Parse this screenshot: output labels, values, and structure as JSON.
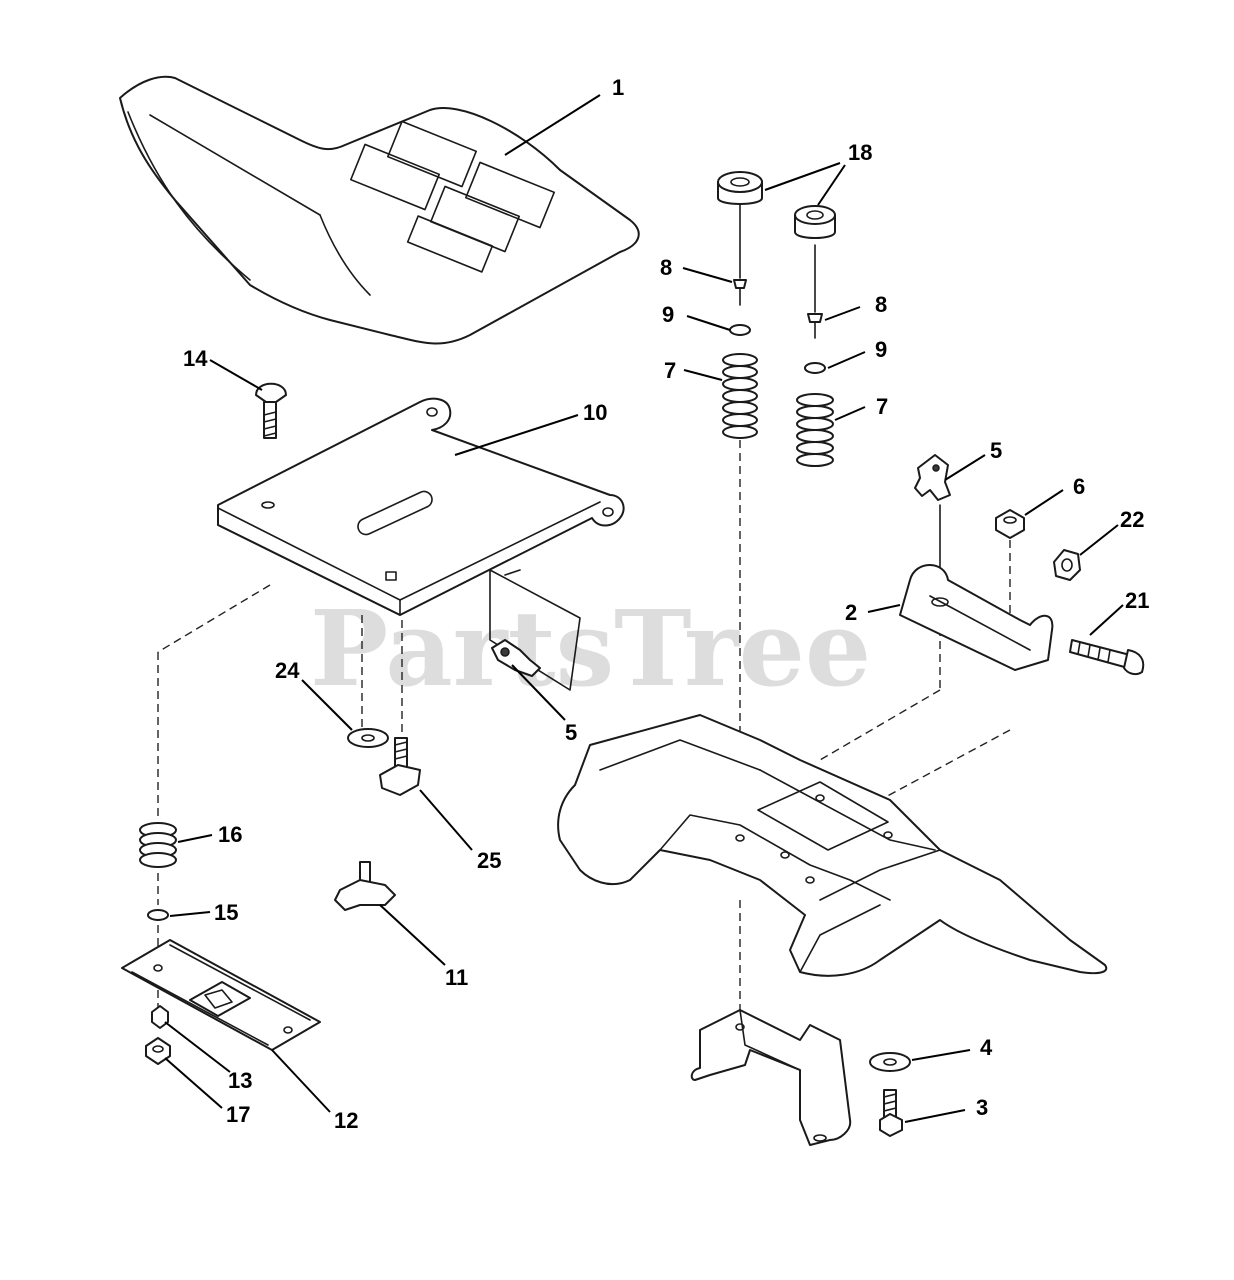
{
  "watermark": {
    "brand": "PartsTree",
    "trademark": "™"
  },
  "callouts": {
    "c1": "1",
    "c2": "2",
    "c3": "3",
    "c4": "4",
    "c5a": "5",
    "c5b": "5",
    "c6": "6",
    "c7a": "7",
    "c7b": "7",
    "c8a": "8",
    "c8b": "8",
    "c9a": "9",
    "c9b": "9",
    "c10": "10",
    "c11": "11",
    "c12": "12",
    "c13": "13",
    "c14": "14",
    "c15": "15",
    "c16": "16",
    "c17": "17",
    "c18": "18",
    "c21": "21",
    "c22": "22",
    "c24": "24",
    "c25": "25"
  }
}
